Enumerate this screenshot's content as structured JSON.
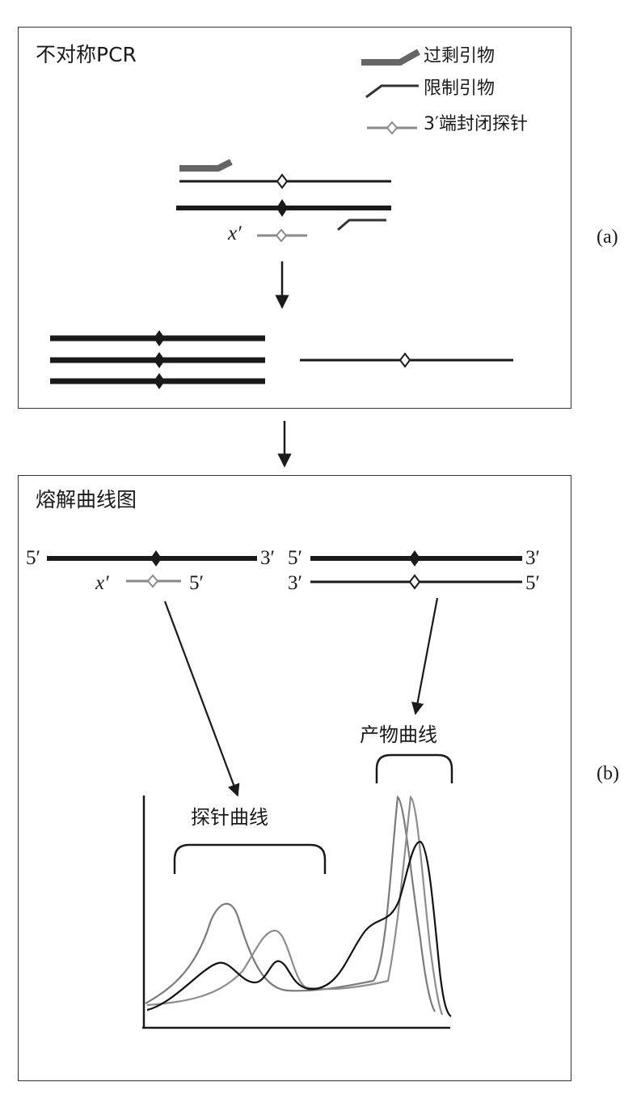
{
  "panel_a": {
    "title": "不对称PCR",
    "label": "(a)",
    "legend": [
      {
        "text": "过剩引物",
        "icon": "thick-primer-arrow-icon"
      },
      {
        "text": "限制引物",
        "icon": "thin-primer-arrow-icon"
      },
      {
        "text": "3′端封闭探针",
        "icon": "blocked-probe-icon"
      }
    ],
    "probe_label": "x′"
  },
  "panel_b": {
    "title": "熔解曲线图",
    "label": "(b)",
    "strand_labels": {
      "left_top_5": "5′",
      "left_top_3": "3′",
      "right_top_5": "5′",
      "right_top_3": "3′",
      "probe_x": "x′",
      "probe_5": "5′",
      "right_bottom_3": "3′",
      "right_bottom_5": "5′"
    },
    "product_curve_label": "产物曲线",
    "probe_curve_label": "探针曲线"
  },
  "colors": {
    "strand": "#1a1a1a",
    "probe": "#8a8a8a",
    "arrow": "#1a1a1a",
    "excess_primer": "#666666"
  }
}
